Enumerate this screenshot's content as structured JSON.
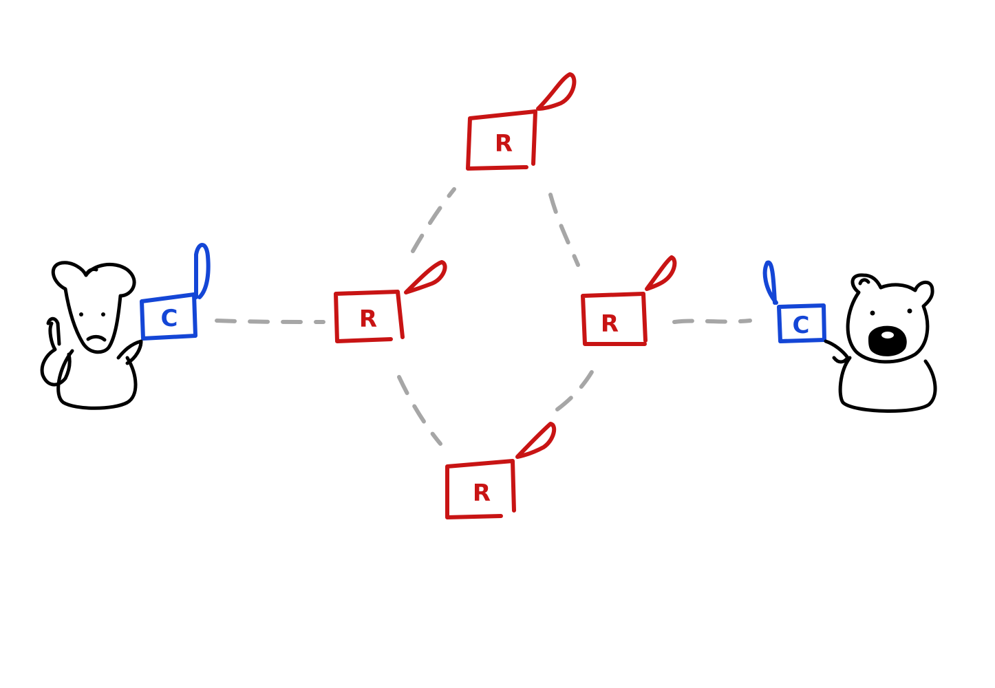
{
  "diagram": {
    "colors": {
      "router": "#c81414",
      "client": "#1446d6",
      "link": "#a6a6a6",
      "character": "#000000",
      "background": "#ffffff"
    },
    "routers": [
      {
        "id": "router-top",
        "label": "R"
      },
      {
        "id": "router-left",
        "label": "R"
      },
      {
        "id": "router-right",
        "label": "R"
      },
      {
        "id": "router-bottom",
        "label": "R"
      }
    ],
    "clients": [
      {
        "id": "client-left",
        "label": "C"
      },
      {
        "id": "client-right",
        "label": "C"
      }
    ],
    "links": [
      {
        "from": "client-left",
        "to": "router-left"
      },
      {
        "from": "router-left",
        "to": "router-top"
      },
      {
        "from": "router-top",
        "to": "router-right"
      },
      {
        "from": "router-left",
        "to": "router-bottom"
      },
      {
        "from": "router-bottom",
        "to": "router-right"
      },
      {
        "from": "router-right",
        "to": "client-right"
      }
    ],
    "characters": [
      {
        "id": "mouse",
        "icon": "mouse-character-icon"
      },
      {
        "id": "bear",
        "icon": "bear-character-icon"
      }
    ]
  }
}
